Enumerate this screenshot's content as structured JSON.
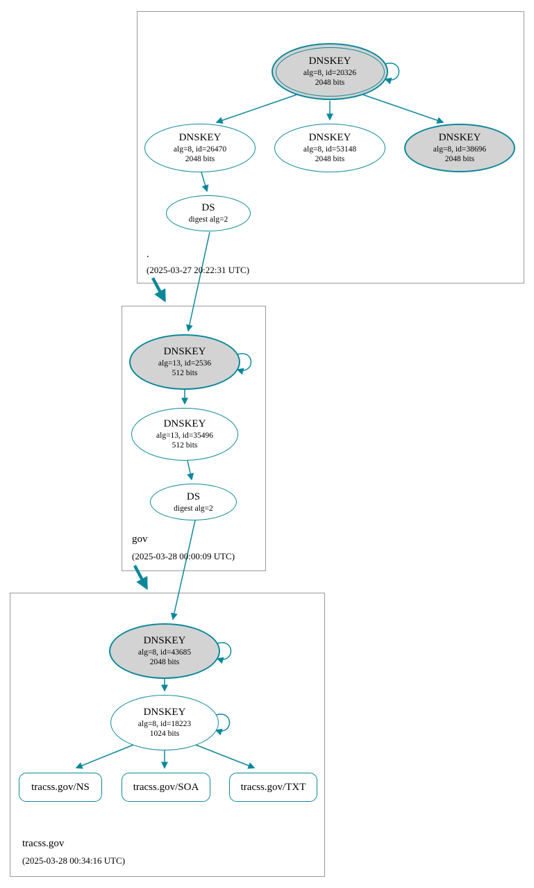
{
  "colors": {
    "edge": "#0a879a",
    "ksk_fill": "#d3d3d3",
    "node_fill": "#ffffff",
    "box_border": "#999999",
    "text": "#000000"
  },
  "zones": [
    {
      "label": ".",
      "timestamp": "(2025-03-27 20:22:31 UTC)",
      "nodes": {
        "ksk": {
          "title": "DNSKEY",
          "alg": "alg=8, id=20326",
          "bits": "2048 bits"
        },
        "zsk_left": {
          "title": "DNSKEY",
          "alg": "alg=8, id=26470",
          "bits": "2048 bits"
        },
        "zsk_mid": {
          "title": "DNSKEY",
          "alg": "alg=8, id=53148",
          "bits": "2048 bits"
        },
        "ksk_right": {
          "title": "DNSKEY",
          "alg": "alg=8, id=38696",
          "bits": "2048 bits"
        },
        "ds": {
          "title": "DS",
          "digest": "digest alg=2"
        }
      }
    },
    {
      "label": "gov",
      "timestamp": "(2025-03-28 00:00:09 UTC)",
      "nodes": {
        "ksk": {
          "title": "DNSKEY",
          "alg": "alg=13, id=2536",
          "bits": "512 bits"
        },
        "zsk": {
          "title": "DNSKEY",
          "alg": "alg=13, id=35496",
          "bits": "512 bits"
        },
        "ds": {
          "title": "DS",
          "digest": "digest alg=2"
        }
      }
    },
    {
      "label": "tracss.gov",
      "timestamp": "(2025-03-28 00:34:16 UTC)",
      "nodes": {
        "ksk": {
          "title": "DNSKEY",
          "alg": "alg=8, id=43685",
          "bits": "2048 bits"
        },
        "zsk": {
          "title": "DNSKEY",
          "alg": "alg=8, id=18223",
          "bits": "1024 bits"
        },
        "rrsets": [
          {
            "label": "tracss.gov/NS"
          },
          {
            "label": "tracss.gov/SOA"
          },
          {
            "label": "tracss.gov/TXT"
          }
        ]
      }
    }
  ]
}
